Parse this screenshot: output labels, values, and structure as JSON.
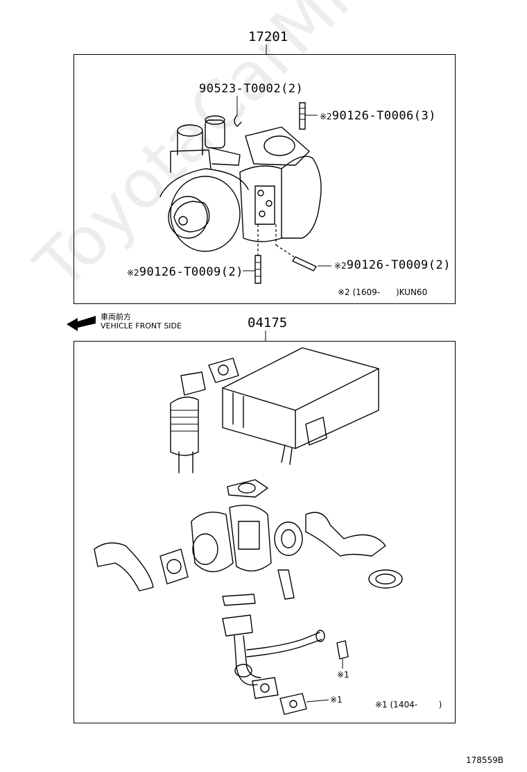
{
  "top_section": {
    "code": "17201",
    "parts": [
      {
        "prefix": "",
        "label": "90523-T0002(2)"
      },
      {
        "prefix": "※2",
        "label": "90126-T0006(3)"
      },
      {
        "prefix": "※2",
        "label": "90126-T0009(2)"
      },
      {
        "prefix": "※2",
        "label": "90126-T0009(2)"
      }
    ],
    "footnote": "※2 (1609-      )KUN60"
  },
  "direction": {
    "jp": "車両前方",
    "en": "VEHICLE FRONT SIDE"
  },
  "bottom_section": {
    "code": "04175",
    "markers": [
      "※1",
      "※1"
    ],
    "footnote": "※1 (1404-        )"
  },
  "figure_id": "178559B",
  "watermark": "ToyotaCarMine.ru"
}
